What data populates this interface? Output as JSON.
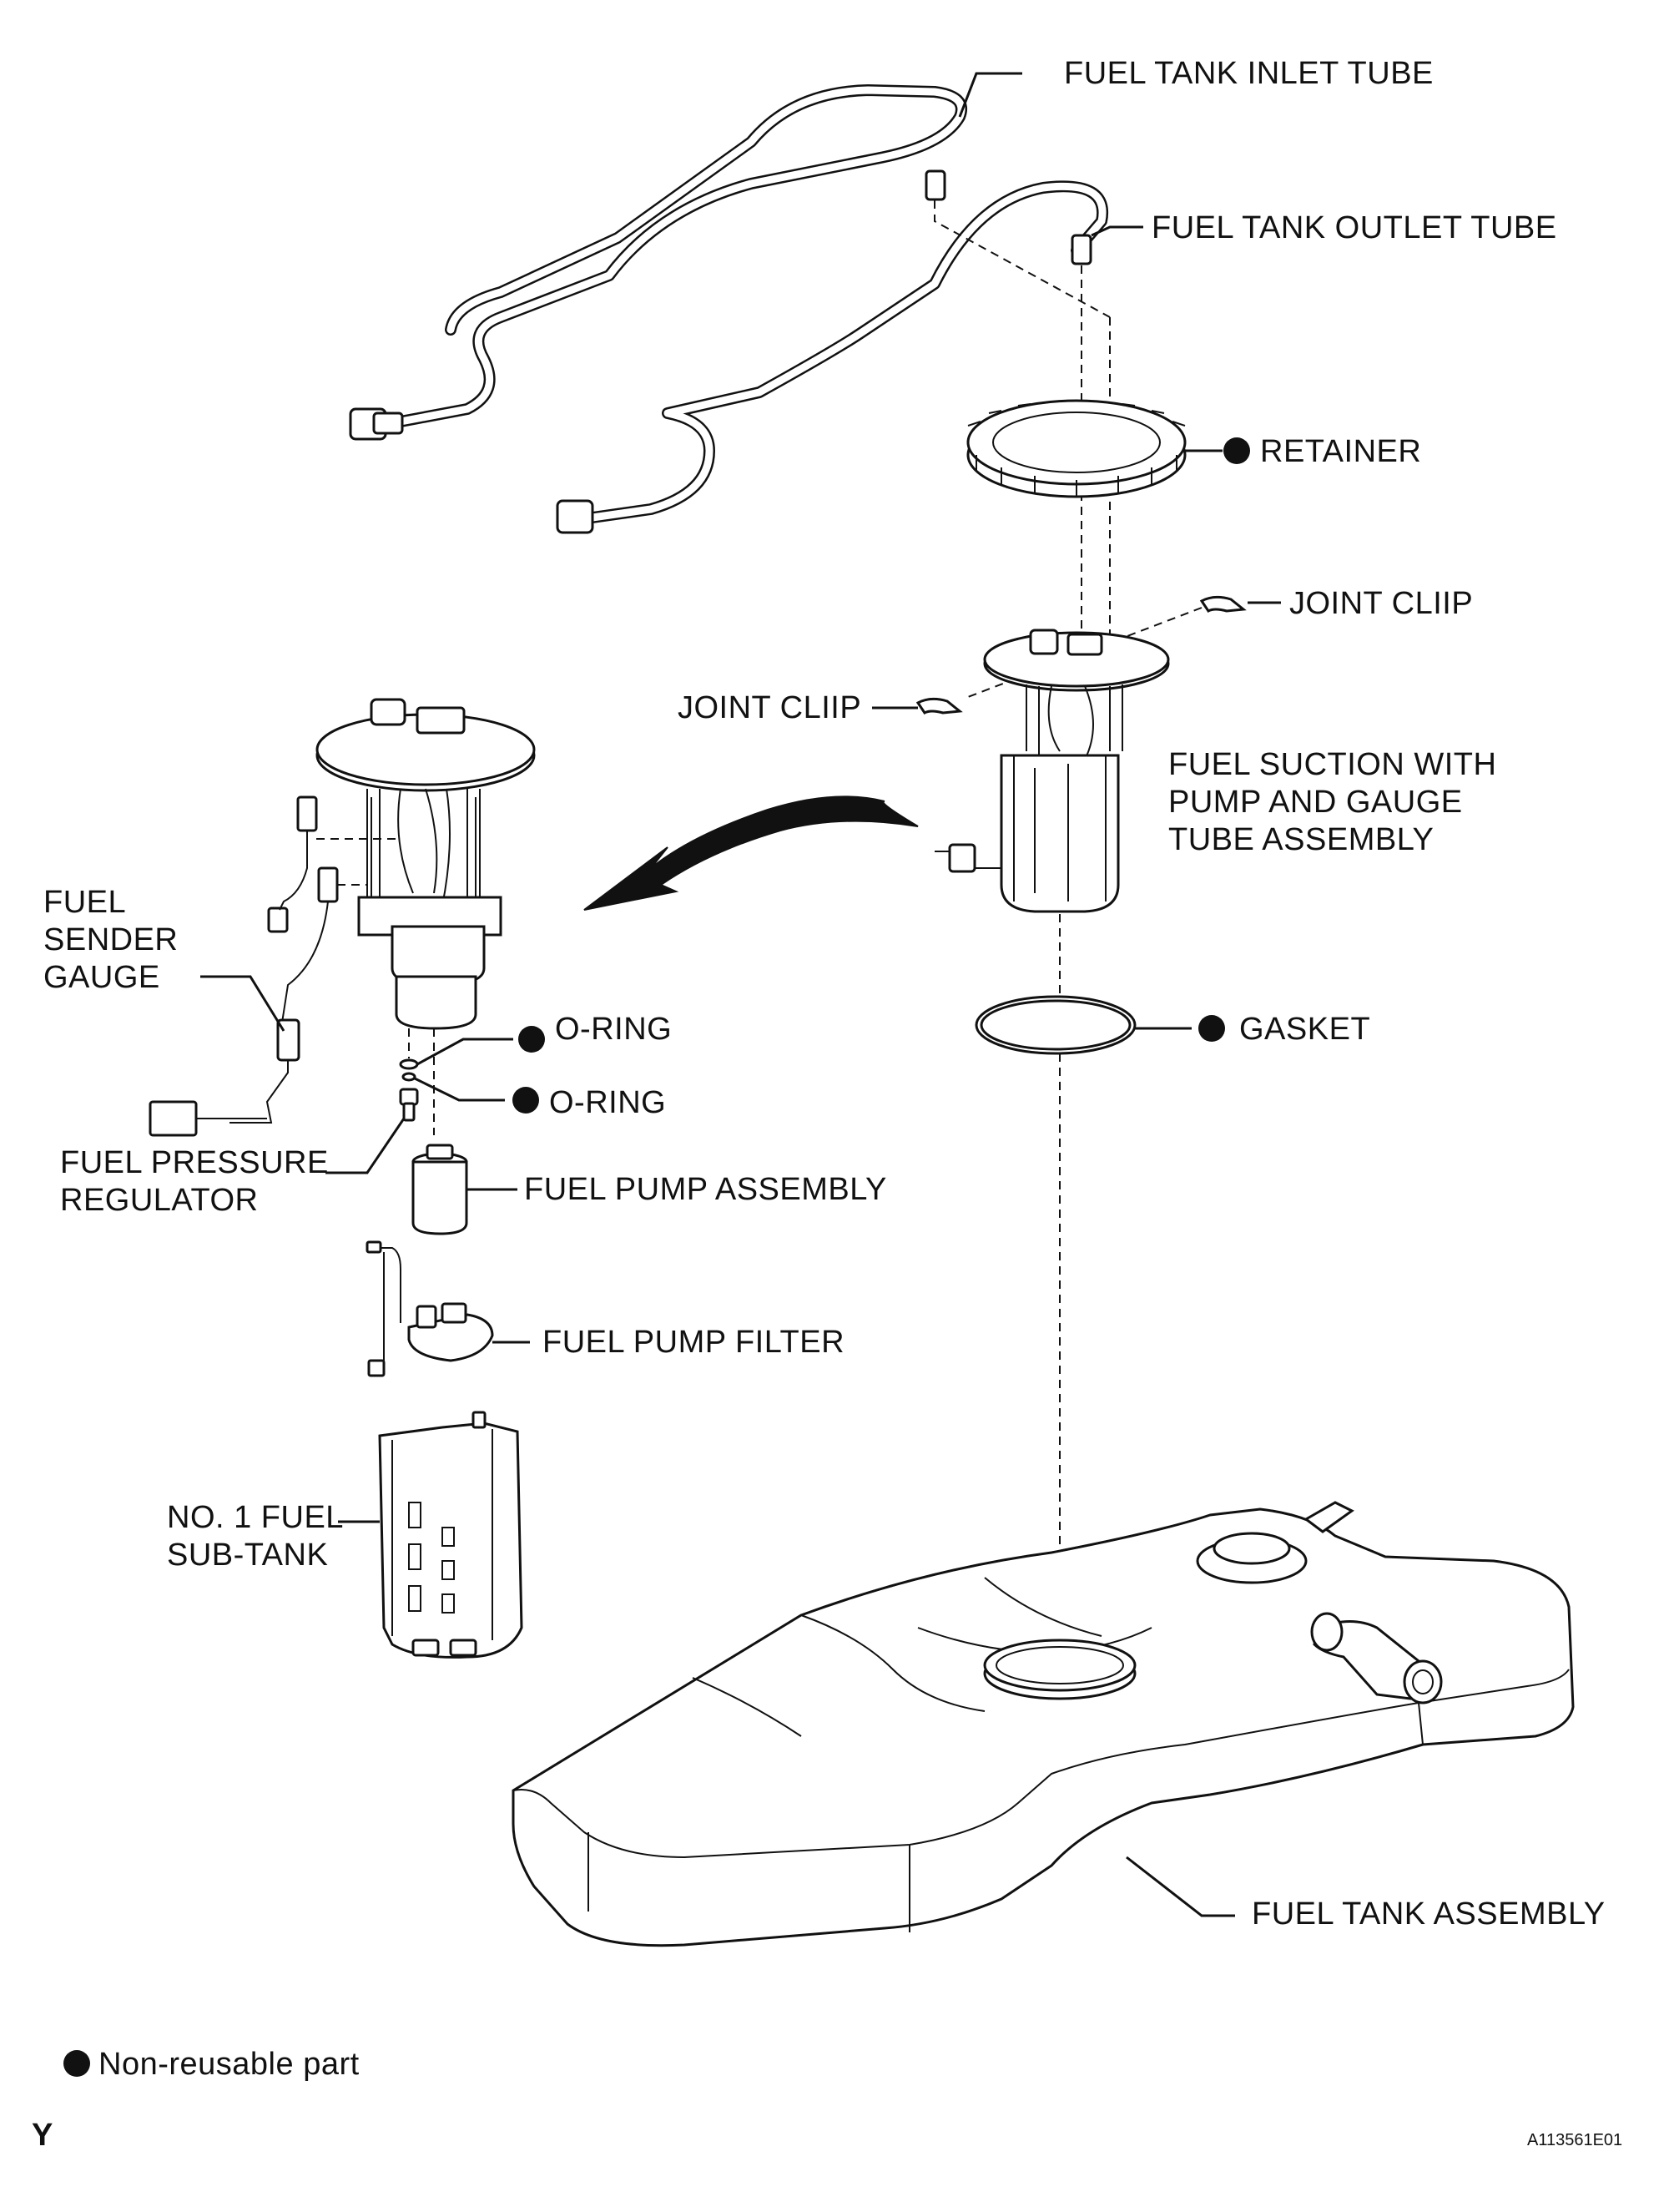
{
  "labels": {
    "fuel_tank_inlet_tube": "FUEL TANK INLET TUBE",
    "fuel_tank_outlet_tube": "FUEL TANK OUTLET TUBE",
    "retainer": "RETAINER",
    "joint_clip_right": "JOINT CLIIP",
    "joint_clip_left": "JOINT CLIIP",
    "fuel_suction_line1": "FUEL SUCTION WITH",
    "fuel_suction_line2": "PUMP AND GAUGE",
    "fuel_suction_line3": "TUBE ASSEMBLY",
    "fuel_sender_line1": "FUEL",
    "fuel_sender_line2": "SENDER",
    "fuel_sender_line3": "GAUGE",
    "o_ring_upper": "O-RING",
    "o_ring_lower": "O-RING",
    "gasket": "GASKET",
    "fuel_pressure_line1": "FUEL PRESSURE",
    "fuel_pressure_line2": "REGULATOR",
    "fuel_pump_assembly": "FUEL PUMP ASSEMBLY",
    "fuel_pump_filter": "FUEL PUMP FILTER",
    "sub_tank_line1": "NO. 1 FUEL",
    "sub_tank_line2": "SUB-TANK",
    "fuel_tank_assembly": "FUEL TANK ASSEMBLY"
  },
  "legend": {
    "non_reusable": "Non-reusable part"
  },
  "footer": {
    "left_mark": "Y",
    "figure_id": "A113561E01"
  }
}
